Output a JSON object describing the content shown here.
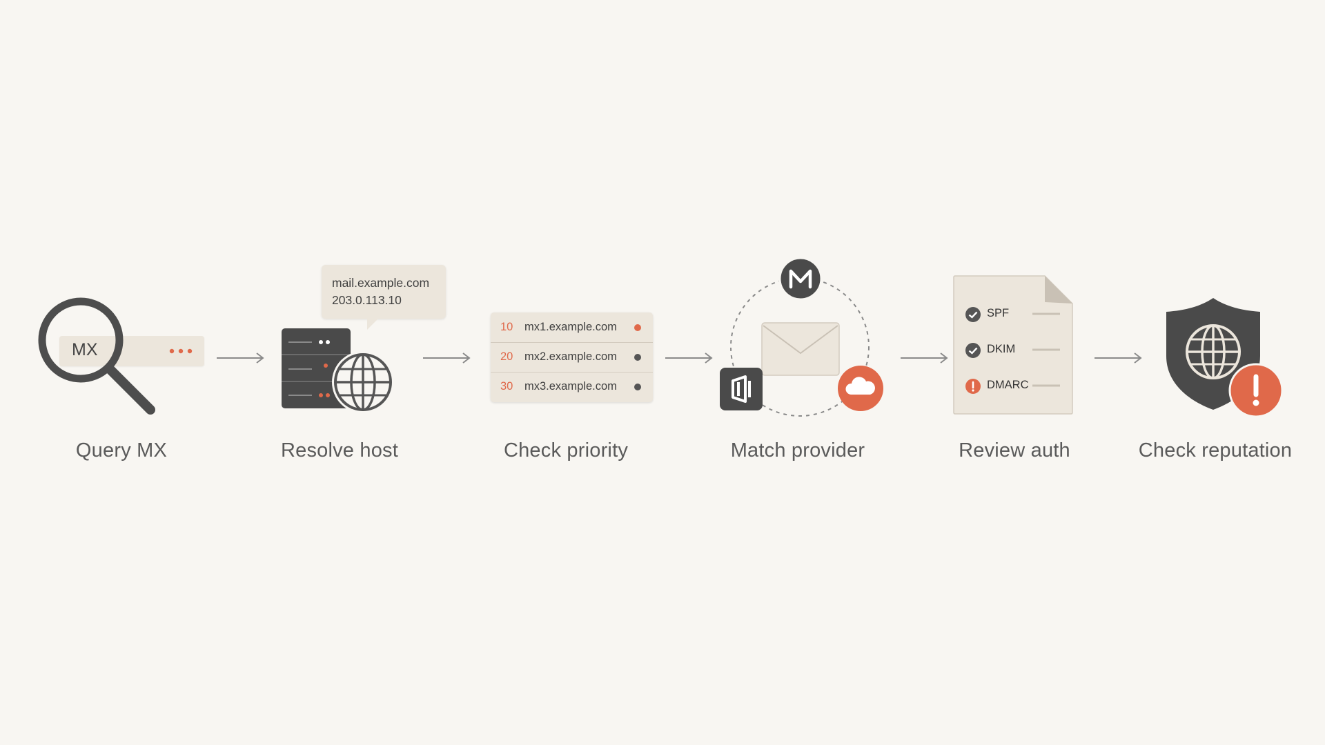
{
  "steps": [
    {
      "label": "Query MX"
    },
    {
      "label": "Resolve host"
    },
    {
      "label": "Check priority"
    },
    {
      "label": "Match provider"
    },
    {
      "label": "Review auth"
    },
    {
      "label": "Check reputation"
    }
  ],
  "query": {
    "field_text": "MX",
    "icon": "magnifier-icon"
  },
  "resolve": {
    "host": "mail.example.com",
    "ip": "203.0.113.10",
    "icons": [
      "server-icon",
      "globe-icon"
    ]
  },
  "priority": {
    "rows": [
      {
        "priority": "10",
        "host": "mx1.example.com",
        "status_color": "#e0694a"
      },
      {
        "priority": "20",
        "host": "mx2.example.com",
        "status_color": "#555555"
      },
      {
        "priority": "30",
        "host": "mx3.example.com",
        "status_color": "#555555"
      }
    ]
  },
  "provider": {
    "icons": [
      "gmail-m-icon",
      "envelope-icon",
      "office-icon",
      "cloud-icon"
    ]
  },
  "auth": {
    "checks": [
      {
        "label": "SPF",
        "status": "pass"
      },
      {
        "label": "DKIM",
        "status": "pass"
      },
      {
        "label": "DMARC",
        "status": "warning"
      }
    ]
  },
  "reputation": {
    "icons": [
      "shield-globe-icon",
      "alert-icon"
    ]
  },
  "colors": {
    "accent": "#e0694a",
    "dark": "#4a4a4a",
    "panel": "#ece6dc",
    "background": "#f8f6f2"
  }
}
